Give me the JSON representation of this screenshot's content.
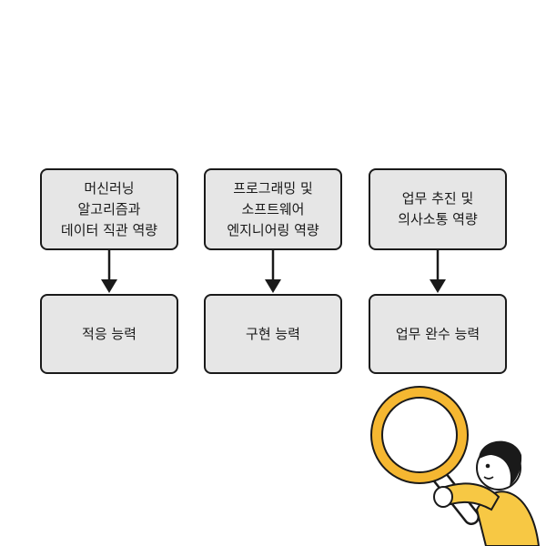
{
  "diagram": {
    "columns": [
      {
        "top_label": "머신러닝\n알고리즘과\n데이터 직관 역량",
        "bottom_label": "적응 능력"
      },
      {
        "top_label": "프로그래밍 및\n소프트웨어\n엔지니어링 역량",
        "bottom_label": "구현 능력"
      },
      {
        "top_label": "업무 추진 및\n의사소통 역량",
        "bottom_label": "업무 완수 능력"
      }
    ]
  },
  "colors": {
    "box_fill": "#e6e6e6",
    "border": "#1a1a1a",
    "lens_rim": "#f5b731",
    "shirt": "#f7c844"
  },
  "icons": {
    "illustration": "person-holding-magnifier-icon"
  }
}
